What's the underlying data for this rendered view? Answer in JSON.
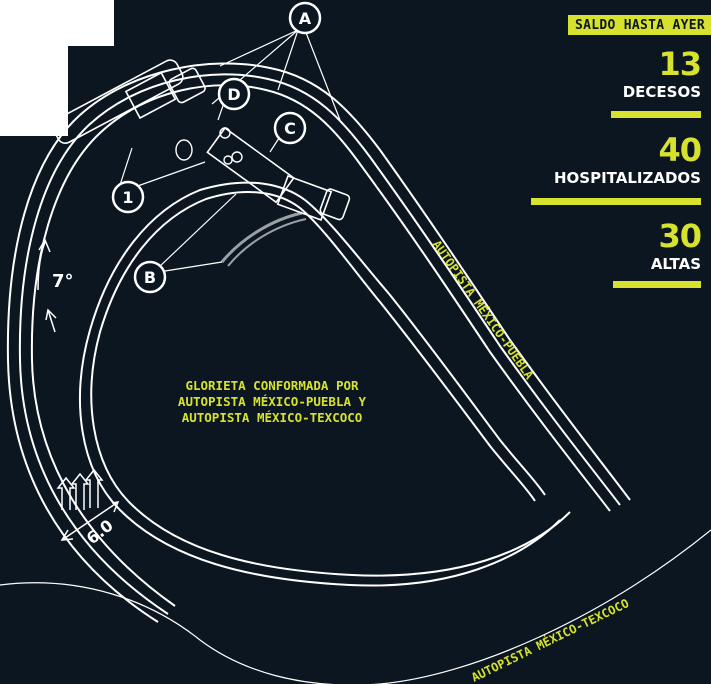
{
  "stats": {
    "header": "SALDO HASTA AYER",
    "items": [
      {
        "value": "13",
        "label": "DECESOS"
      },
      {
        "value": "40",
        "label": "HOSPITALIZADOS"
      },
      {
        "value": "30",
        "label": "ALTAS"
      }
    ]
  },
  "markers": {
    "a": "A",
    "b": "B",
    "c": "C",
    "d": "D",
    "one": "1"
  },
  "labels": {
    "center_line1": "GLORIETA CONFORMADA POR",
    "center_line2": "AUTOPISTA MÉXICO-PUEBLA Y",
    "center_line3": "AUTOPISTA MÉXICO-TEXCOCO",
    "road_puebla": "AUTOPISTA MÉXICO-PUEBLA",
    "road_texcoco": "AUTOPISTA MÉXICO-TEXCOCO",
    "slope": "7°",
    "width": "6.0"
  },
  "colors": {
    "background": "#0c1620",
    "accent": "#d6e22e",
    "line": "#ffffff"
  }
}
